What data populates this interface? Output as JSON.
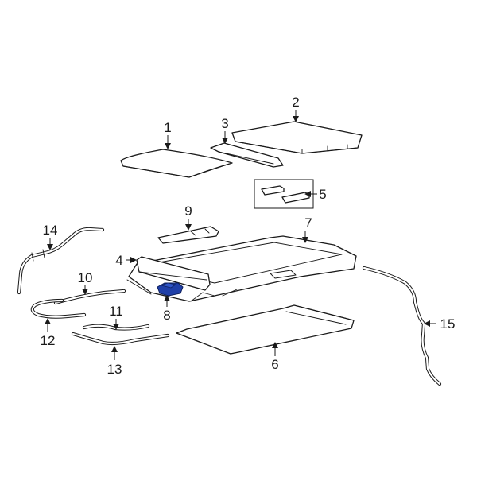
{
  "diagram": {
    "callouts": {
      "c1": "1",
      "c2": "2",
      "c3": "3",
      "c4": "4",
      "c5": "5",
      "c6": "6",
      "c7": "7",
      "c8": "8",
      "c9": "9",
      "c10": "10",
      "c11": "11",
      "c12": "12",
      "c13": "13",
      "c14": "14",
      "c15": "15"
    },
    "highlight_color": "#1f3fa8"
  }
}
